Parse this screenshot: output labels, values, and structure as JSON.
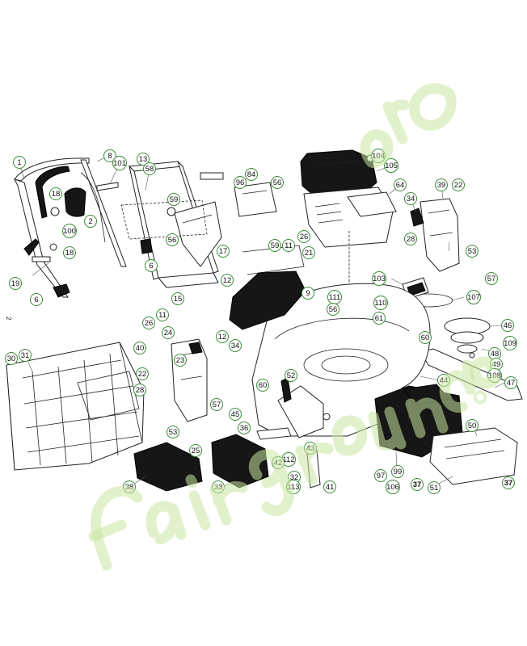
{
  "watermark": {
    "text": "Fairgrounds.com",
    "color": "#c8e6a0"
  },
  "colors": {
    "callout_stroke": "#3a8a3a",
    "callout_highlight_fill": "#f0e020",
    "callout_solid_fill": "#2e7d32"
  },
  "page_side_label": "2",
  "callouts": [
    {
      "id": "c1",
      "label": "1"
    },
    {
      "id": "c8",
      "label": "8"
    },
    {
      "id": "c101",
      "label": "101"
    },
    {
      "id": "c13",
      "label": "13"
    },
    {
      "id": "c58",
      "label": "58"
    },
    {
      "id": "c104",
      "label": "104"
    },
    {
      "id": "c105",
      "label": "105"
    },
    {
      "id": "c84",
      "label": "84"
    },
    {
      "id": "c96",
      "label": "96"
    },
    {
      "id": "c56a",
      "label": "56"
    },
    {
      "id": "c64",
      "label": "64"
    },
    {
      "id": "c39",
      "label": "39"
    },
    {
      "id": "c22a",
      "label": "22"
    },
    {
      "id": "c18a",
      "label": "18"
    },
    {
      "id": "c59a",
      "label": "59"
    },
    {
      "id": "c34a",
      "label": "34"
    },
    {
      "id": "c2",
      "label": "2"
    },
    {
      "id": "c100",
      "label": "100"
    },
    {
      "id": "c56b",
      "label": "56"
    },
    {
      "id": "c17",
      "label": "17"
    },
    {
      "id": "c59b",
      "label": "59"
    },
    {
      "id": "c11a",
      "label": "11"
    },
    {
      "id": "c26a",
      "label": "26"
    },
    {
      "id": "c28a",
      "label": "28"
    },
    {
      "id": "c53a",
      "label": "53"
    },
    {
      "id": "c18b",
      "label": "18"
    },
    {
      "id": "c6a",
      "label": "6"
    },
    {
      "id": "c21",
      "label": "21"
    },
    {
      "id": "c19",
      "label": "19"
    },
    {
      "id": "c12a",
      "label": "12"
    },
    {
      "id": "c103",
      "label": "103"
    },
    {
      "id": "c57a",
      "label": "57"
    },
    {
      "id": "c6b",
      "label": "6"
    },
    {
      "id": "c9",
      "label": "9"
    },
    {
      "id": "c111",
      "label": "111"
    },
    {
      "id": "c110",
      "label": "110"
    },
    {
      "id": "c107",
      "label": "107"
    },
    {
      "id": "c15",
      "label": "15"
    },
    {
      "id": "c56c",
      "label": "56"
    },
    {
      "id": "c61",
      "label": "61"
    },
    {
      "id": "c11b",
      "label": "11"
    },
    {
      "id": "c26b",
      "label": "26"
    },
    {
      "id": "c24",
      "label": "24"
    },
    {
      "id": "c46",
      "label": "46"
    },
    {
      "id": "c12b",
      "label": "12"
    },
    {
      "id": "c60a",
      "label": "60"
    },
    {
      "id": "c109",
      "label": "109"
    },
    {
      "id": "c40",
      "label": "40"
    },
    {
      "id": "c34b",
      "label": "34"
    },
    {
      "id": "c48",
      "label": "48"
    },
    {
      "id": "c31",
      "label": "31"
    },
    {
      "id": "c23",
      "label": "23"
    },
    {
      "id": "c49",
      "label": "49"
    },
    {
      "id": "c30",
      "label": "30"
    },
    {
      "id": "c22b",
      "label": "22"
    },
    {
      "id": "c52",
      "label": "52"
    },
    {
      "id": "c108",
      "label": "108"
    },
    {
      "id": "c60b",
      "label": "60"
    },
    {
      "id": "c44",
      "label": "44"
    },
    {
      "id": "c47",
      "label": "47"
    },
    {
      "id": "c28b",
      "label": "28"
    },
    {
      "id": "c57b",
      "label": "57"
    },
    {
      "id": "c45",
      "label": "45"
    },
    {
      "id": "c36",
      "label": "36"
    },
    {
      "id": "c50",
      "label": "50"
    },
    {
      "id": "c53b",
      "label": "53"
    },
    {
      "id": "c43",
      "label": "43"
    },
    {
      "id": "c25",
      "label": "25"
    },
    {
      "id": "c112",
      "label": "112"
    },
    {
      "id": "c42",
      "label": "42"
    },
    {
      "id": "c99",
      "label": "99"
    },
    {
      "id": "c97",
      "label": "97"
    },
    {
      "id": "c32",
      "label": "32"
    },
    {
      "id": "c38",
      "label": "38"
    },
    {
      "id": "c33",
      "label": "33"
    },
    {
      "id": "c113",
      "label": "113"
    },
    {
      "id": "c41",
      "label": "41"
    },
    {
      "id": "c106",
      "label": "106"
    },
    {
      "id": "c37a",
      "label": "37"
    },
    {
      "id": "c51",
      "label": "51"
    },
    {
      "id": "c37b",
      "label": "37"
    }
  ]
}
